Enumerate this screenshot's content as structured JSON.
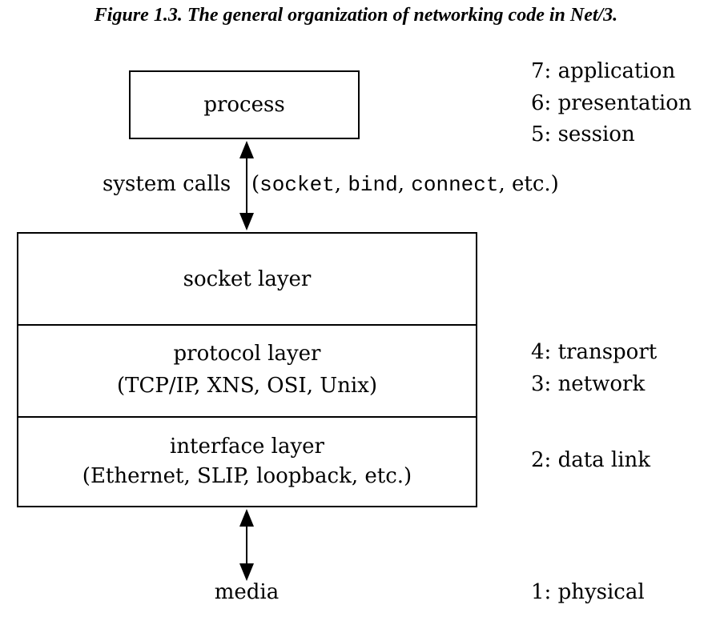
{
  "caption": "Figure 1.3. The general organization of networking code in Net/3.",
  "process": "process",
  "syscalls": {
    "label": "system calls",
    "open": "(",
    "socket": "socket",
    "comma1": ", ",
    "bind": "bind",
    "comma2": ", ",
    "connect": "connect",
    "tail": ", etc.)"
  },
  "layers": {
    "socket": "socket layer",
    "protocol_title": "protocol layer",
    "protocol_sub": "(TCP/IP, XNS, OSI, Unix)",
    "interface_title": "interface layer",
    "interface_sub": "(Ethernet, SLIP, loopback, etc.)"
  },
  "media": "media",
  "osi": {
    "l7": "7: application",
    "l6": "6: presentation",
    "l5": "5: session",
    "l4": "4: transport",
    "l3": "3: network",
    "l2": "2: data link",
    "l1": "1: physical"
  }
}
